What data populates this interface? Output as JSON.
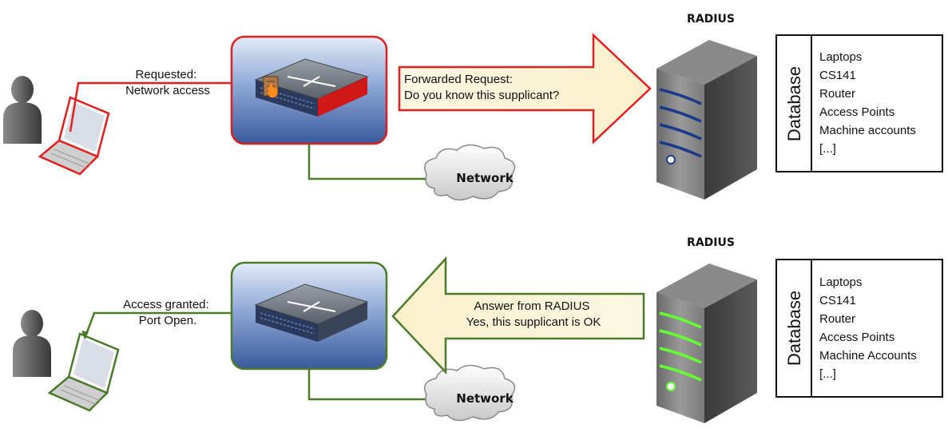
{
  "panel_top": {
    "client_label": [
      "Requested:",
      "Network access"
    ],
    "arrow_label": [
      "Forwarded Request:",
      "Do you know this supplicant?"
    ],
    "network_label": "Network",
    "server_title": "RADIUS",
    "database_title": "Database",
    "database_items": [
      "Laptops",
      "CS141",
      "Router",
      "Access Points",
      "Machine accounts",
      "[...]"
    ],
    "accent_color": "#e02020"
  },
  "panel_bottom": {
    "client_label": [
      "Access granted:",
      "Port Open."
    ],
    "arrow_label": [
      "Answer from RADIUS",
      "Yes, this supplicant is OK"
    ],
    "network_label": "Network",
    "server_title": "RADIUS",
    "database_title": "Database",
    "database_items": [
      "Laptops",
      "CS141",
      "Router",
      "Access Points",
      "Machine Accounts",
      "[...]"
    ],
    "accent_color": "#4a7a2a",
    "server_light_color": "#66ff33"
  }
}
